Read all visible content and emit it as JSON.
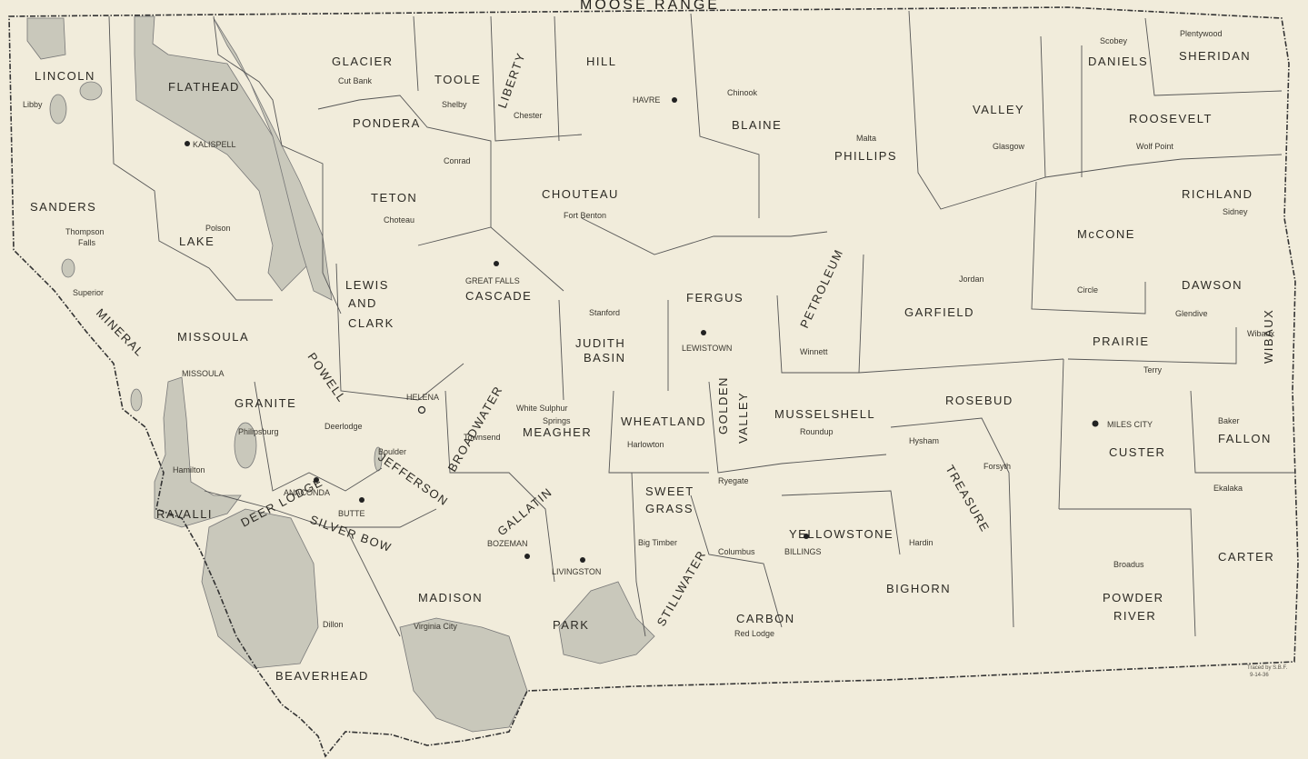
{
  "title": "MOOSE RANGE",
  "credit": [
    "Traced by S.B.F.",
    "9-14-36"
  ],
  "colors": {
    "paper": "#f1ecdb",
    "range": "#c9c8bb",
    "ink": "#2c2a24"
  },
  "counties": [
    {
      "id": "lincoln",
      "name": "LINCOLN"
    },
    {
      "id": "flathead",
      "name": "FLATHEAD"
    },
    {
      "id": "glacier",
      "name": "GLACIER"
    },
    {
      "id": "toole",
      "name": "TOOLE"
    },
    {
      "id": "liberty",
      "name": "LIBERTY"
    },
    {
      "id": "hill",
      "name": "HILL"
    },
    {
      "id": "blaine",
      "name": "BLAINE"
    },
    {
      "id": "phillips",
      "name": "PHILLIPS"
    },
    {
      "id": "valley",
      "name": "VALLEY"
    },
    {
      "id": "daniels",
      "name": "DANIELS"
    },
    {
      "id": "sheridan",
      "name": "SHERIDAN"
    },
    {
      "id": "roosevelt",
      "name": "ROOSEVELT"
    },
    {
      "id": "richland",
      "name": "RICHLAND"
    },
    {
      "id": "mccone",
      "name": "McCONE"
    },
    {
      "id": "dawson",
      "name": "DAWSON"
    },
    {
      "id": "wibaux",
      "name": "WIBAUX"
    },
    {
      "id": "prairie",
      "name": "PRAIRIE"
    },
    {
      "id": "garfield",
      "name": "GARFIELD"
    },
    {
      "id": "petroleum",
      "name": "PETROLEUM"
    },
    {
      "id": "fergus",
      "name": "FERGUS"
    },
    {
      "id": "judith-basin-1",
      "name": "JUDITH"
    },
    {
      "id": "judith-basin-2",
      "name": "BASIN"
    },
    {
      "id": "chouteau",
      "name": "CHOUTEAU"
    },
    {
      "id": "pondera",
      "name": "PONDERA"
    },
    {
      "id": "teton",
      "name": "TETON"
    },
    {
      "id": "sanders",
      "name": "SANDERS"
    },
    {
      "id": "lake",
      "name": "LAKE"
    },
    {
      "id": "mineral",
      "name": "MINERAL"
    },
    {
      "id": "missoula",
      "name": "MISSOULA"
    },
    {
      "id": "lewis-clark-1",
      "name": "LEWIS"
    },
    {
      "id": "lewis-clark-2",
      "name": "AND"
    },
    {
      "id": "lewis-clark-3",
      "name": "CLARK"
    },
    {
      "id": "cascade",
      "name": "CASCADE"
    },
    {
      "id": "powell",
      "name": "POWELL"
    },
    {
      "id": "granite",
      "name": "GRANITE"
    },
    {
      "id": "ravalli",
      "name": "RAVALLI"
    },
    {
      "id": "deer-lodge",
      "name": "DEER LODGE"
    },
    {
      "id": "silver-bow",
      "name": "SILVER BOW"
    },
    {
      "id": "jefferson",
      "name": "JEFFERSON"
    },
    {
      "id": "broadwater",
      "name": "BROADWATER"
    },
    {
      "id": "meagher",
      "name": "MEAGHER"
    },
    {
      "id": "wheatland",
      "name": "WHEATLAND"
    },
    {
      "id": "golden-valley-1",
      "name": "GOLDEN"
    },
    {
      "id": "golden-valley-2",
      "name": "VALLEY"
    },
    {
      "id": "musselshell",
      "name": "MUSSELSHELL"
    },
    {
      "id": "rosebud",
      "name": "ROSEBUD"
    },
    {
      "id": "custer",
      "name": "CUSTER"
    },
    {
      "id": "fallon",
      "name": "FALLON"
    },
    {
      "id": "treasure",
      "name": "TREASURE"
    },
    {
      "id": "gallatin",
      "name": "GALLATIN"
    },
    {
      "id": "sweet-grass-1",
      "name": "SWEET"
    },
    {
      "id": "sweet-grass-2",
      "name": "GRASS"
    },
    {
      "id": "stillwater",
      "name": "STILLWATER"
    },
    {
      "id": "yellowstone",
      "name": "YELLOWSTONE"
    },
    {
      "id": "bighorn",
      "name": "BIGHORN"
    },
    {
      "id": "carter",
      "name": "CARTER"
    },
    {
      "id": "powder-river-1",
      "name": "POWDER"
    },
    {
      "id": "powder-river-2",
      "name": "RIVER"
    },
    {
      "id": "madison",
      "name": "MADISON"
    },
    {
      "id": "park",
      "name": "PARK"
    },
    {
      "id": "carbon",
      "name": "CARBON"
    },
    {
      "id": "beaverhead",
      "name": "BEAVERHEAD"
    }
  ],
  "towns": [
    {
      "id": "libby",
      "name": "Libby"
    },
    {
      "id": "kalispell",
      "name": "KALISPELL"
    },
    {
      "id": "cut-bank",
      "name": "Cut Bank"
    },
    {
      "id": "shelby",
      "name": "Shelby"
    },
    {
      "id": "chester",
      "name": "Chester"
    },
    {
      "id": "havre",
      "name": "HAVRE"
    },
    {
      "id": "chinook",
      "name": "Chinook"
    },
    {
      "id": "malta",
      "name": "Malta"
    },
    {
      "id": "glasgow",
      "name": "Glasgow"
    },
    {
      "id": "scobey",
      "name": "Scobey"
    },
    {
      "id": "plentywood",
      "name": "Plentywood"
    },
    {
      "id": "wolf-point",
      "name": "Wolf Point"
    },
    {
      "id": "sidney",
      "name": "Sidney"
    },
    {
      "id": "conrad",
      "name": "Conrad"
    },
    {
      "id": "choteau",
      "name": "Choteau"
    },
    {
      "id": "fort-benton",
      "name": "Fort Benton"
    },
    {
      "id": "thompson-falls-1",
      "name": "Thompson"
    },
    {
      "id": "thompson-falls-2",
      "name": "Falls"
    },
    {
      "id": "polson",
      "name": "Polson"
    },
    {
      "id": "superior",
      "name": "Superior"
    },
    {
      "id": "great-falls",
      "name": "GREAT FALLS"
    },
    {
      "id": "stanford",
      "name": "Stanford"
    },
    {
      "id": "lewistown",
      "name": "LEWISTOWN"
    },
    {
      "id": "winnett",
      "name": "Winnett"
    },
    {
      "id": "jordan",
      "name": "Jordan"
    },
    {
      "id": "circle",
      "name": "Circle"
    },
    {
      "id": "glendive",
      "name": "Glendive"
    },
    {
      "id": "wibaux-town",
      "name": "Wibaux"
    },
    {
      "id": "terry",
      "name": "Terry"
    },
    {
      "id": "missoula-town",
      "name": "MISSOULA"
    },
    {
      "id": "helena",
      "name": "HELENA"
    },
    {
      "id": "white-sulphur-1",
      "name": "White Sulphur"
    },
    {
      "id": "white-sulphur-2",
      "name": "Springs"
    },
    {
      "id": "harlowton",
      "name": "Harlowton"
    },
    {
      "id": "roundup",
      "name": "Roundup"
    },
    {
      "id": "miles-city",
      "name": "MILES CITY"
    },
    {
      "id": "hamilton",
      "name": "Hamilton"
    },
    {
      "id": "philipsburg",
      "name": "Philipsburg"
    },
    {
      "id": "deerlodge",
      "name": "Deerlodge"
    },
    {
      "id": "boulder",
      "name": "Boulder"
    },
    {
      "id": "townsend",
      "name": "Townsend"
    },
    {
      "id": "ryegate",
      "name": "Ryegate"
    },
    {
      "id": "hysham",
      "name": "Hysham"
    },
    {
      "id": "forsyth",
      "name": "Forsyth"
    },
    {
      "id": "baker",
      "name": "Baker"
    },
    {
      "id": "anaconda",
      "name": "ANACONDA"
    },
    {
      "id": "butte",
      "name": "BUTTE"
    },
    {
      "id": "ekalaka",
      "name": "Ekalaka"
    },
    {
      "id": "bozeman",
      "name": "BOZEMAN"
    },
    {
      "id": "big-timber",
      "name": "Big Timber"
    },
    {
      "id": "columbus",
      "name": "Columbus"
    },
    {
      "id": "billings",
      "name": "BILLINGS"
    },
    {
      "id": "hardin",
      "name": "Hardin"
    },
    {
      "id": "livingston",
      "name": "LIVINGSTON"
    },
    {
      "id": "broadus",
      "name": "Broadus"
    },
    {
      "id": "dillon",
      "name": "Dillon"
    },
    {
      "id": "virginia-city",
      "name": "Virginia City"
    },
    {
      "id": "red-lodge",
      "name": "Red Lodge"
    }
  ]
}
